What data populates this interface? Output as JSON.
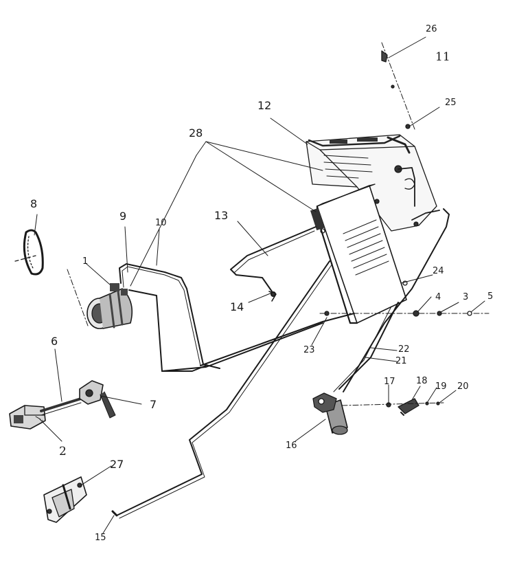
{
  "diagram": {
    "callouts": {
      "c1": "1",
      "c2": "2",
      "c3": "3",
      "c4": "4",
      "c5": "5",
      "c6": "6",
      "c7": "7",
      "c8": "8",
      "c9": "9",
      "c10": "10",
      "c12": "12",
      "c13": "13",
      "c14": "14",
      "c15": "15",
      "c16": "16",
      "c17": "17",
      "c18": "18",
      "c19": "19",
      "c20": "20",
      "c21": "21",
      "c22": "22",
      "c23": "23",
      "c24": "24",
      "c25": "25",
      "c26": "26",
      "c27": "27",
      "c28": "28"
    },
    "handwritten_mark": "11"
  }
}
